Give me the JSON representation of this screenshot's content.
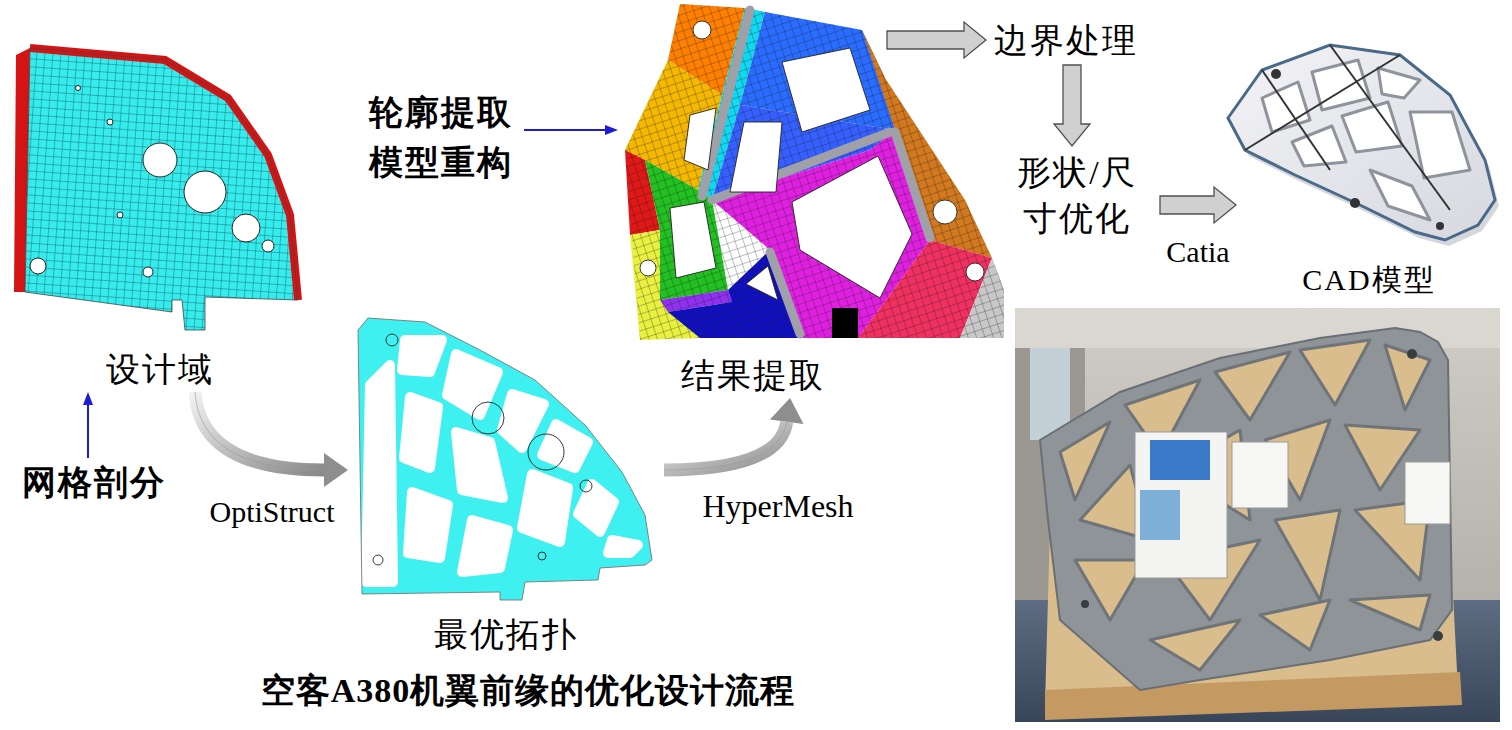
{
  "diagram": {
    "caption": "空客A380机翼前缘的优化设计流程",
    "nodes": [
      {
        "text": [
          "设计域"
        ]
      },
      {
        "text": [
          "网格剖分"
        ]
      },
      {
        "text": [
          "最优拓扑"
        ]
      },
      {
        "text": [
          "结果提取"
        ]
      },
      {
        "text": [
          "轮廓提取 模型重构"
        ]
      },
      {
        "text": [
          "边界处理"
        ]
      },
      {
        "text": [
          "形状/尺 寸优化"
        ]
      },
      {
        "text": [
          "CAD模型"
        ]
      }
    ],
    "edges": [
      {
        "from": 1,
        "to": 0,
        "arrow": "to"
      },
      {
        "from": 0,
        "to": 2,
        "label": "OptiStruct",
        "arrow": "to"
      },
      {
        "from": 2,
        "to": 3,
        "label": "HyperMesh",
        "arrow": "to"
      },
      {
        "from": 4,
        "to": 3,
        "arrow": "to"
      },
      {
        "from": 3,
        "to": 5,
        "arrow": "to"
      },
      {
        "from": 5,
        "to": 6,
        "arrow": "to"
      },
      {
        "from": 6,
        "to": 7,
        "label": "Catia",
        "arrow": "to"
      }
    ]
  }
}
